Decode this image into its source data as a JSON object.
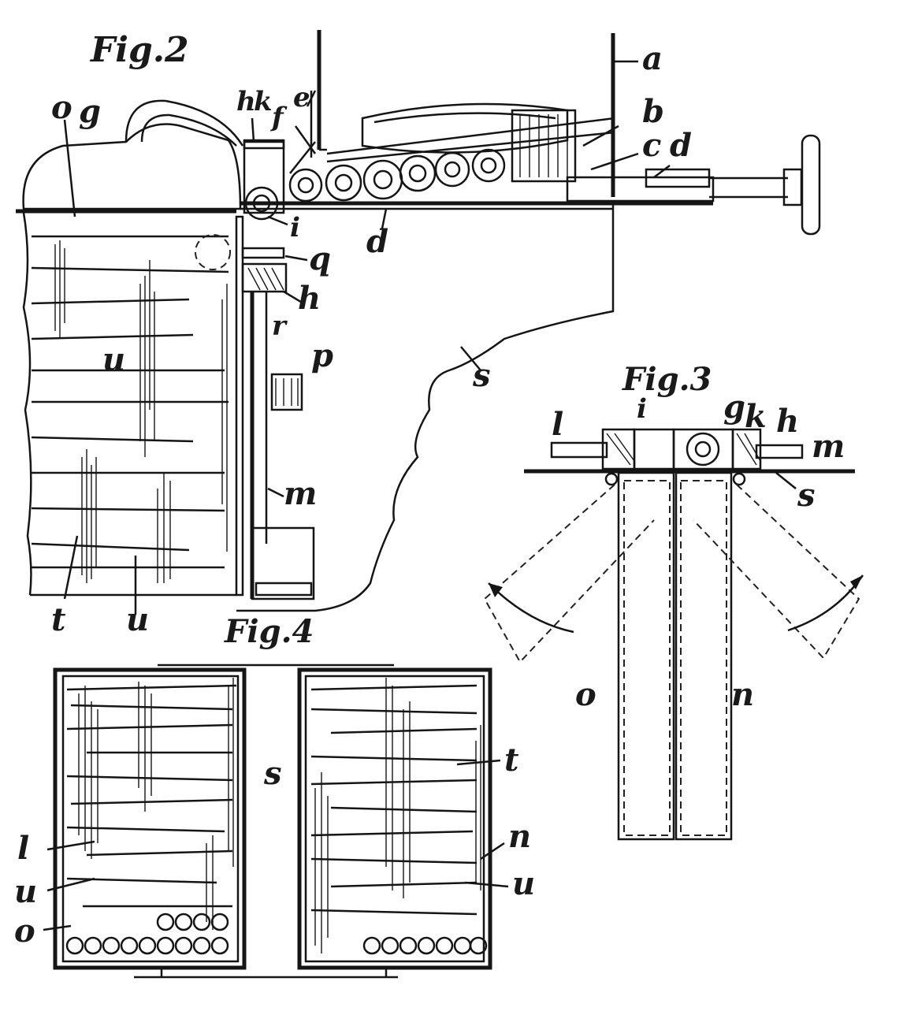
{
  "figures": {
    "fig2": "Fig.2",
    "fig3": "Fig.3",
    "fig4": "Fig.4"
  },
  "labels": {
    "a": "a",
    "b": "b",
    "c": "c",
    "d_top": "d",
    "d_lower": "d",
    "e": "e",
    "f": "f",
    "g_fig2": "g",
    "h_fig2_top": "h",
    "h_fig2_lower": "h",
    "k_fig2": "k",
    "o_fig2": "o",
    "i_fig2": "i",
    "q_fig2": "q",
    "r": "r",
    "p": "p",
    "s_fig2": "s",
    "u_fig2_upper": "u",
    "u_fig2_lower": "u",
    "t_fig2": "t",
    "m_fig2": "m",
    "l_fig3": "l",
    "i_fig3": "i",
    "g_fig3": "g",
    "k_fig3": "k",
    "h_fig3": "h",
    "m_fig3": "m",
    "s_fig3": "s",
    "o_fig3": "o",
    "n_fig3": "n",
    "s_fig4": "s",
    "t_fig4": "t",
    "l_fig4": "l",
    "n_fig4": "n",
    "u_fig4_left": "u",
    "u_fig4_right": "u",
    "o_fig4": "o"
  },
  "style": {
    "ink": "#151515",
    "paper": "#ffffff"
  }
}
